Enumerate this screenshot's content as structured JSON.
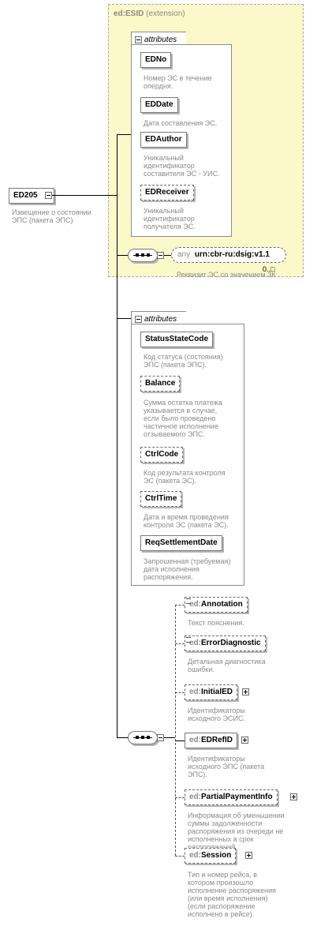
{
  "root": {
    "name": "ED205",
    "annotation": [
      "Извещение о состоянии",
      "ЭПС (пакета ЭПС)"
    ]
  },
  "extension": {
    "type_name": "ed:ESID",
    "type_suffix": "(extension)",
    "attributes_title": "attributes",
    "attributes": [
      {
        "name": "EDNo",
        "annotation": [
          "Номер ЭС в течение",
          "опердня."
        ]
      },
      {
        "name": "EDDate",
        "annotation": [
          "Дата составления ЭС."
        ]
      },
      {
        "name": "EDAuthor",
        "annotation": [
          "Уникальный",
          "идентификатор",
          "составителя ЭС - УИС."
        ]
      },
      {
        "name": "EDReceiver",
        "annotation": [
          "Уникальный",
          "идентификатор",
          "получателя ЭС."
        ]
      }
    ],
    "any": {
      "keyword": "any",
      "namespace": "urn:cbr-ru:dsig:v1.1",
      "occurs": "0..□",
      "annotation": [
        "Реквизит ЭС со значением ЗК"
      ]
    }
  },
  "attributes2": {
    "title": "attributes",
    "items": [
      {
        "name": "StatusStateCode",
        "annotation": [
          "Код статуса (состояния)",
          "ЭПС (пакета ЭПС)."
        ]
      },
      {
        "name": "Balance",
        "annotation": [
          "Сумма остатка платежа",
          "указывается в случае,",
          "если было проведено",
          "частичное исполнение",
          "отзываемого ЭПС."
        ]
      },
      {
        "name": "CtrlCode",
        "annotation": [
          "Код результата контроля",
          "ЭС (пакета ЭС)."
        ]
      },
      {
        "name": "CtrlTime",
        "annotation": [
          "Дата и время проведения",
          "контроля ЭС (пакета ЭС)."
        ]
      },
      {
        "name": "ReqSettlementDate",
        "annotation": [
          "Запрошенная (требуемая)",
          "дата исполнения",
          "распоряжения."
        ]
      }
    ]
  },
  "elements": [
    {
      "prefix": "ed:",
      "name": "Annotation",
      "annotation": [
        "Текст пояснения."
      ]
    },
    {
      "prefix": "ed:",
      "name": "ErrorDiagnostic",
      "annotation": [
        "Детальная диагностика",
        "ошибки."
      ]
    },
    {
      "prefix": "ed:",
      "name": "InitialED",
      "annotation": [
        "Идентификаторы",
        "исходного ЭСИС."
      ]
    },
    {
      "prefix": "ed:",
      "name": "EDRefID",
      "annotation": [
        "Идентификаторы",
        "исходного ЭПС (пакета",
        "ЭПС)."
      ]
    },
    {
      "prefix": "ed:",
      "name": "PartialPaymentInfo",
      "annotation": [
        "Информация об уменьшении",
        "суммы задолженности",
        "распоряжения из очереди не",
        "исполненных в срок",
        "распоряжений."
      ]
    },
    {
      "prefix": "ed:",
      "name": "Session",
      "annotation": [
        "Тип и номер рейса, в",
        "котором произошло",
        "исполнение распоряжения",
        "(или время исполнения)",
        "(если распоряжение",
        "исполнено в рейсе)."
      ]
    }
  ]
}
